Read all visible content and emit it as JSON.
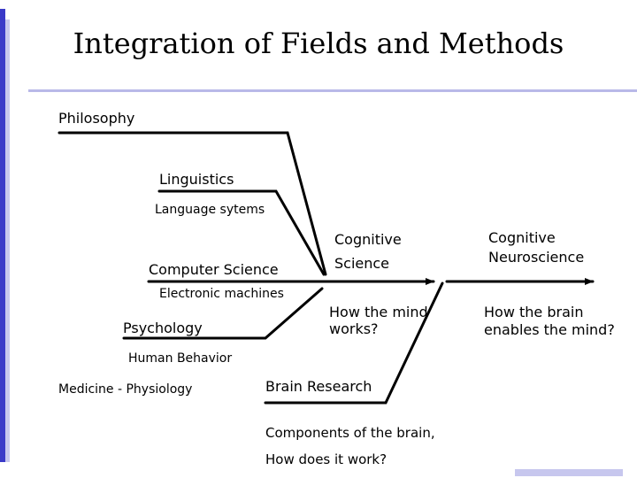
{
  "title": "Integration of Fields and Methods",
  "fields": {
    "philosophy": "Philosophy",
    "linguistics": "Linguistics",
    "language_systems": "Language sytems",
    "computer_science": "Computer Science",
    "electronic_machines": "Electronic machines",
    "psychology": "Psychology",
    "human_behavior": "Human Behavior",
    "medicine_physiology": "Medicine - Physiology",
    "brain_research": "Brain Research",
    "brain_components": [
      "Components of the brain,",
      "How does it work?"
    ]
  },
  "outcomes": {
    "cognitive_science": [
      "Cognitive",
      "Science"
    ],
    "cognitive_science_question": [
      "How the mind",
      "works?"
    ],
    "cognitive_neuroscience": [
      "Cognitive",
      "Neuroscience"
    ],
    "cognitive_neuroscience_question": [
      "How the brain",
      "enables the mind?"
    ]
  }
}
